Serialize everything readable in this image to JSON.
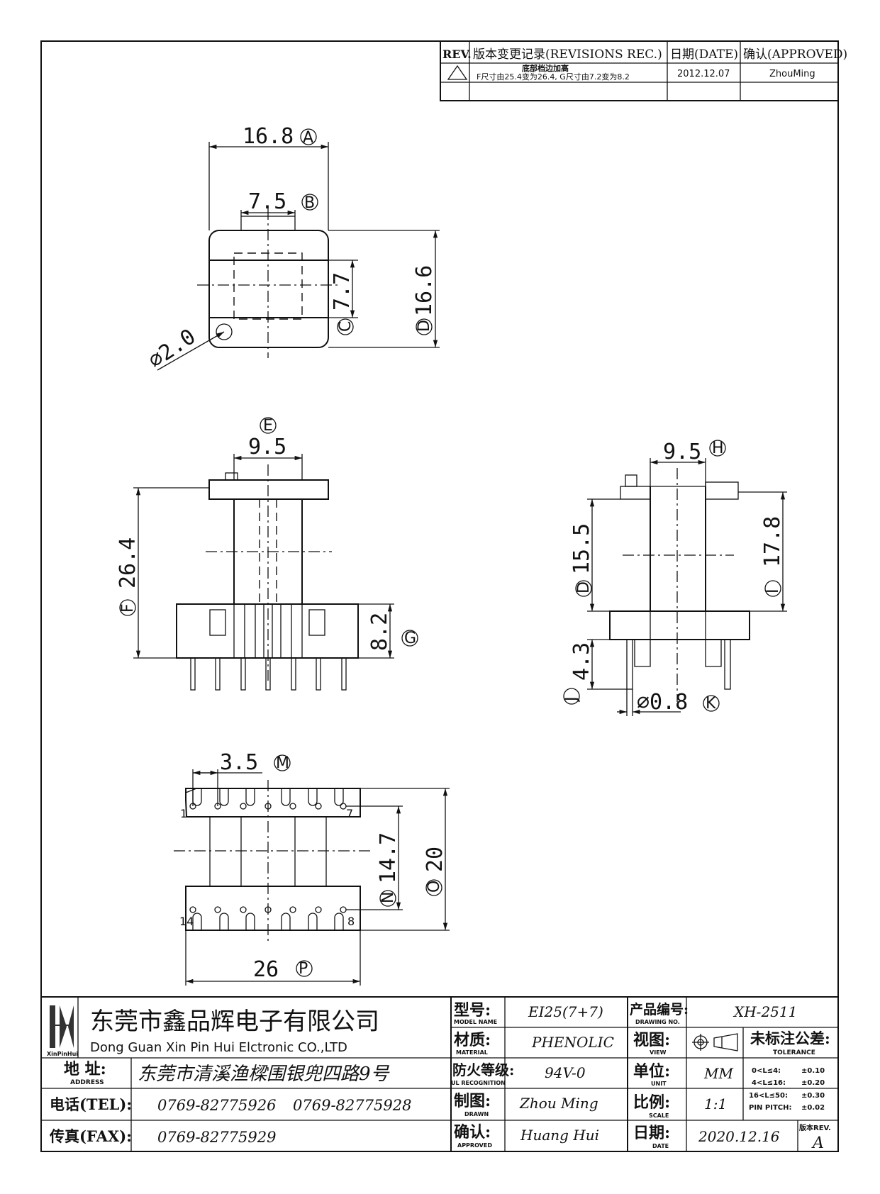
{
  "revision_block": {
    "headers": {
      "rev": "REV.",
      "record": "版本变更记录(REVISIONS REC.)",
      "date": "日期(DATE)",
      "approved": "确认(APPROVED)"
    },
    "row1": {
      "note_line1": "底部档边加高",
      "note_line2": "F尺寸由25.4变为26.4, G尺寸由7.2变为8.2",
      "date": "2012.12.07",
      "approved": "ZhouMing"
    }
  },
  "top_view": {
    "dim_a": "16.8",
    "label_a": "A",
    "dim_b": "7.5",
    "label_b": "B",
    "dim_c": "7.7",
    "label_c": "C",
    "dim_d": "16.6",
    "label_d": "D",
    "dim_hole": "⌀2.0"
  },
  "front_view": {
    "label_e": "E",
    "dim_e": "9.5",
    "dim_f": "26.4",
    "label_f": "F",
    "dim_g": "8.2",
    "label_g": "G"
  },
  "side_view": {
    "dim_h": "9.5",
    "label_h": "H",
    "dim_15": "15.5",
    "label_15": "D",
    "dim_i": "17.8",
    "label_i": "I",
    "dim_j": "4.3",
    "label_j": "J",
    "dim_k": "⌀0.8",
    "label_k": "K"
  },
  "bottom_view": {
    "dim_m": "3.5",
    "label_m": "M",
    "dim_n": "14.7",
    "label_n": "N",
    "dim_o": "20",
    "label_o": "O",
    "dim_p": "26",
    "label_p": "P",
    "pin_1": "1",
    "pin_7": "7",
    "pin_14": "14",
    "pin_8": "8"
  },
  "title_block": {
    "company_cn": "东莞市鑫品辉电子有限公司",
    "company_en": "Dong Guan Xin Pin Hui Elctronic CO.,LTD",
    "logo_caption": "XinPinHui",
    "address_label": "地 址:",
    "address_label_en": "ADDRESS",
    "address": "东莞市清溪渔樑围银兜四路9号",
    "tel_label": "电话(TEL):",
    "tel1": "0769-82775926",
    "tel2": "0769-82775928",
    "fax_label": "传真(FAX):",
    "fax": "0769-82775929",
    "model_label": "型号:",
    "model_label_en": "MODEL NAME",
    "model": "EI25(7+7)",
    "material_label": "材质:",
    "material_label_en": "MATERIAL",
    "material": "PHENOLIC",
    "ul_label": "防火等级:",
    "ul_label_en": "UL RECOGNITION",
    "ul": "94V-0",
    "drawn_label": "制图:",
    "drawn_label_en": "DRAWN",
    "drawn": "Zhou Ming",
    "approved_label": "确认:",
    "approved_label_en": "APPROVED",
    "approved": "Huang Hui",
    "drawing_no_label": "产品编号:",
    "drawing_no_label_en": "DRAWING NO.",
    "drawing_no": "XH-2511",
    "view_label": "视图:",
    "view_label_en": "VIEW",
    "unit_label": "单位:",
    "unit_label_en": "UNIT",
    "unit": "MM",
    "scale_label": "比例:",
    "scale_label_en": "SCALE",
    "scale": "1:1",
    "date_label": "日期:",
    "date_label_en": "DATE",
    "date": "2020.12.16",
    "tolerance_title": "未标注公差:",
    "tolerance_title_en": "TOLERANCE",
    "tol_rows": [
      {
        "range": "0<L≤4:",
        "value": "±0.10"
      },
      {
        "range": "4<L≤16:",
        "value": "±0.20"
      },
      {
        "range": "16<L≤50:",
        "value": "±0.30"
      },
      {
        "range": "PIN PITCH:",
        "value": "±0.02"
      }
    ],
    "rev_label": "版本REV.",
    "rev": "A"
  }
}
